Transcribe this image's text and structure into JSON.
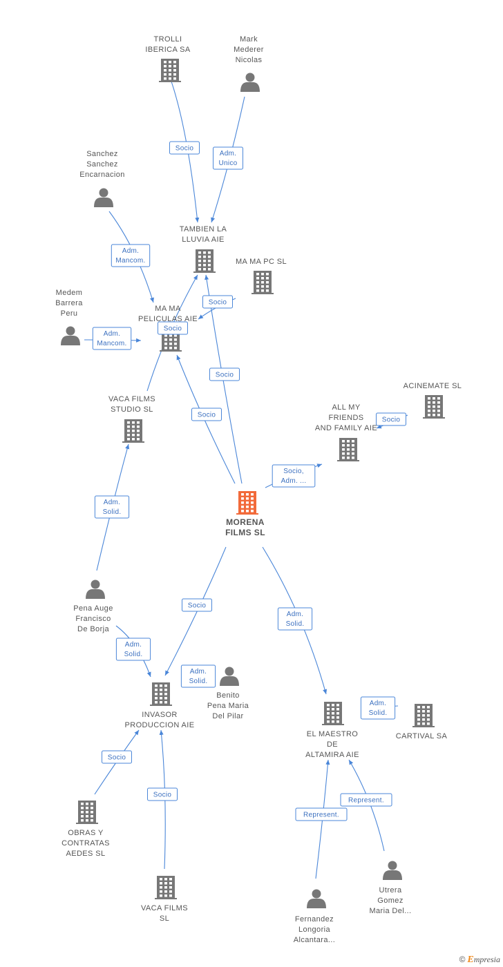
{
  "colors": {
    "edge": "#4a86d8",
    "node": "#777777",
    "main_node": "#f26a3a",
    "label": "#555555"
  },
  "nodes": [
    {
      "id": "trolli",
      "type": "company",
      "lines": [
        "TROLLI",
        "IBERICA SA"
      ]
    },
    {
      "id": "mark",
      "type": "person",
      "lines": [
        "Mark",
        "Mederer",
        "Nicolas"
      ]
    },
    {
      "id": "sanchez",
      "type": "person",
      "lines": [
        "Sanchez",
        "Sanchez",
        "Encarnacion"
      ]
    },
    {
      "id": "tambien",
      "type": "company",
      "lines": [
        "TAMBIEN LA",
        "LLUVIA AIE"
      ]
    },
    {
      "id": "mamapc",
      "type": "company",
      "lines": [
        "MA MA PC  SL"
      ]
    },
    {
      "id": "medem",
      "type": "person",
      "lines": [
        "Medem",
        "Barrera",
        "Peru"
      ]
    },
    {
      "id": "mamapeliculas",
      "type": "company",
      "lines": [
        "MA MA",
        "PELICULAS  AIE"
      ]
    },
    {
      "id": "vacastudio",
      "type": "company",
      "lines": [
        "VACA FILMS",
        "STUDIO SL"
      ]
    },
    {
      "id": "acinemate",
      "type": "company",
      "lines": [
        "ACINEMATE  SL"
      ]
    },
    {
      "id": "allmy",
      "type": "company",
      "lines": [
        "ALL MY",
        "FRIENDS",
        "AND FAMILY AIE"
      ]
    },
    {
      "id": "morena",
      "type": "main",
      "lines": [
        "MORENA",
        "FILMS SL"
      ]
    },
    {
      "id": "pena",
      "type": "person",
      "lines": [
        "Pena Auge",
        "Francisco",
        "De Borja"
      ]
    },
    {
      "id": "benito",
      "type": "person",
      "lines": [
        "Benito",
        "Pena Maria",
        "Del Pilar"
      ]
    },
    {
      "id": "invasor",
      "type": "company",
      "lines": [
        "INVASOR",
        "PRODUCCION AIE"
      ]
    },
    {
      "id": "maestro",
      "type": "company",
      "lines": [
        "EL MAESTRO",
        "DE",
        "ALTAMIRA AIE"
      ]
    },
    {
      "id": "cartival",
      "type": "company",
      "lines": [
        "CARTIVAL SA"
      ]
    },
    {
      "id": "obras",
      "type": "company",
      "lines": [
        "OBRAS Y",
        "CONTRATAS",
        "AEDES SL"
      ]
    },
    {
      "id": "vacafilms",
      "type": "company",
      "lines": [
        "VACA FILMS",
        "SL"
      ]
    },
    {
      "id": "utrera",
      "type": "person",
      "lines": [
        "Utrera",
        "Gomez",
        "Maria Del..."
      ]
    },
    {
      "id": "fernandez",
      "type": "person",
      "lines": [
        "Fernandez",
        "Longoria",
        "Alcantara..."
      ]
    }
  ],
  "relations": [
    {
      "id": "r1",
      "lines": [
        "Socio"
      ]
    },
    {
      "id": "r2",
      "lines": [
        "Adm.",
        "Unico"
      ]
    },
    {
      "id": "r3",
      "lines": [
        "Adm.",
        "Mancom."
      ]
    },
    {
      "id": "r4",
      "lines": [
        "Socio"
      ]
    },
    {
      "id": "r5",
      "lines": [
        "Adm.",
        "Mancom."
      ]
    },
    {
      "id": "r6",
      "lines": [
        "Socio"
      ]
    },
    {
      "id": "r7",
      "lines": [
        "Socio"
      ]
    },
    {
      "id": "r8",
      "lines": [
        "Socio"
      ]
    },
    {
      "id": "r9",
      "lines": [
        "Socio"
      ]
    },
    {
      "id": "r10",
      "lines": [
        "Socio,",
        "Adm. ..."
      ]
    },
    {
      "id": "r11",
      "lines": [
        "Adm.",
        "Solid."
      ]
    },
    {
      "id": "r12",
      "lines": [
        "Socio"
      ]
    },
    {
      "id": "r13",
      "lines": [
        "Adm.",
        "Solid."
      ]
    },
    {
      "id": "r14",
      "lines": [
        "Adm.",
        "Solid."
      ]
    },
    {
      "id": "r15",
      "lines": [
        "Adm.",
        "Solid."
      ]
    },
    {
      "id": "r16",
      "lines": [
        "Adm.",
        "Solid."
      ]
    },
    {
      "id": "r17",
      "lines": [
        "Socio"
      ]
    },
    {
      "id": "r18",
      "lines": [
        "Socio"
      ]
    },
    {
      "id": "r19",
      "lines": [
        "Represent."
      ]
    },
    {
      "id": "r20",
      "lines": [
        "Represent."
      ]
    }
  ],
  "brand": {
    "copyright": "©",
    "initial": "E",
    "rest": "mpresia"
  }
}
